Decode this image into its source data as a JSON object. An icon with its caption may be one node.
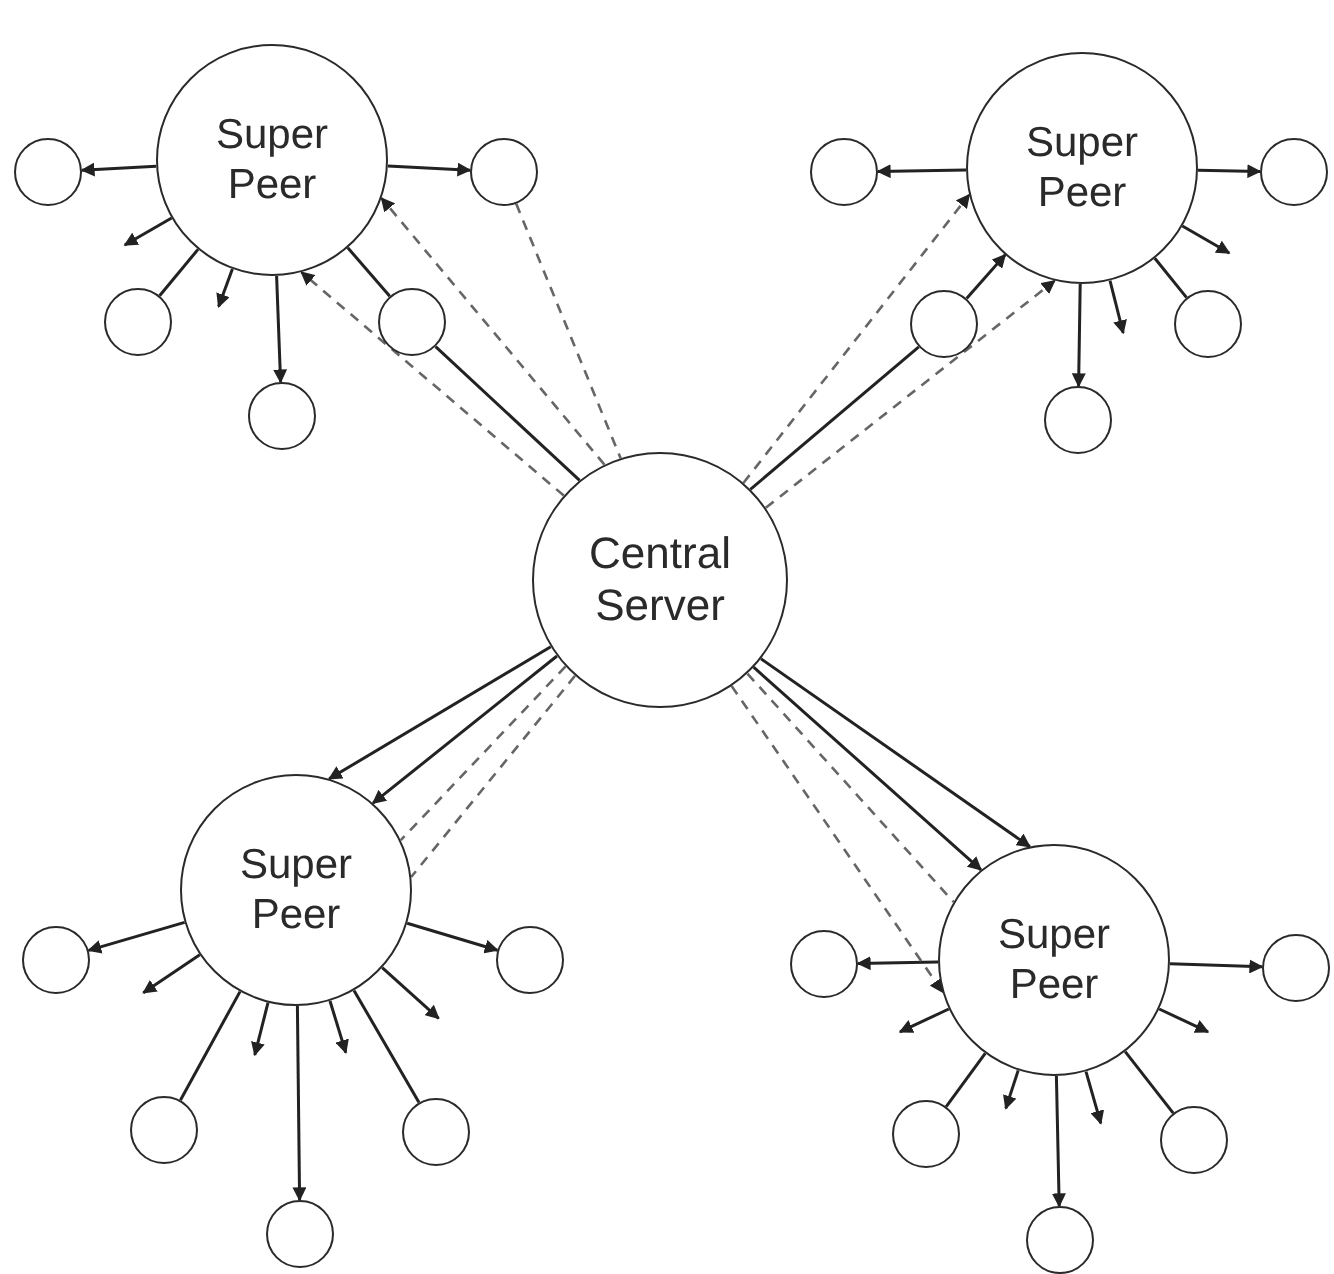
{
  "diagram": {
    "nodes": [
      {
        "text": [
          "Super Peer"
        ]
      },
      {
        "text": [],
        "shape": "circle"
      },
      {
        "text": [],
        "shape": "circle"
      },
      {
        "text": [],
        "shape": "circle"
      },
      {
        "text": [
          "Super Peer"
        ]
      },
      {
        "text": [],
        "shape": "circle"
      },
      {
        "text": [],
        "shape": "circle"
      },
      {
        "text": [],
        "shape": "circle"
      },
      {
        "text": [],
        "shape": "circle"
      },
      {
        "text": [],
        "shape": "circle"
      },
      {
        "text": [],
        "shape": "circle"
      },
      {
        "text": [],
        "shape": "circle"
      },
      {
        "text": [
          "Central Server"
        ]
      },
      {
        "text": [
          "Super Peer"
        ]
      },
      {
        "text": [
          "Super Peer"
        ]
      },
      {
        "text": [],
        "shape": "circle"
      },
      {
        "text": [],
        "shape": "circle"
      },
      {
        "text": [],
        "shape": "circle"
      },
      {
        "text": [],
        "shape": "circle"
      },
      {
        "text": [],
        "shape": "circle"
      },
      {
        "text": [],
        "shape": "circle"
      },
      {
        "text": [],
        "shape": "circle"
      },
      {
        "text": [],
        "shape": "circle"
      },
      {
        "text": [],
        "shape": "circle"
      },
      {
        "text": [],
        "shape": "circle"
      }
    ],
    "edges": [
      {
        "from": 0,
        "to": 1,
        "arrow": "to"
      },
      {
        "from": 0,
        "to": 2,
        "arrow": "to"
      },
      {
        "from": 0,
        "to": 6,
        "arrow": "none"
      },
      {
        "from": 0,
        "to": 10,
        "arrow": "to"
      },
      {
        "from": 0,
        "to": null,
        "arrow": "to"
      },
      {
        "from": 0,
        "to": null,
        "arrow": "to"
      },
      {
        "from": 12,
        "to": 7,
        "arrow": "none"
      },
      {
        "from": 7,
        "to": 0,
        "arrow": "none"
      },
      {
        "from": 12,
        "to": 0,
        "arrow": "to",
        "style": "dashed"
      },
      {
        "from": 12,
        "to": 0,
        "arrow": "to",
        "style": "dashed"
      },
      {
        "from": 2,
        "to": 12,
        "arrow": "none",
        "style": "dashed"
      },
      {
        "from": 4,
        "to": 3,
        "arrow": "to"
      },
      {
        "from": 4,
        "to": 5,
        "arrow": "to"
      },
      {
        "from": 4,
        "to": 11,
        "arrow": "to"
      },
      {
        "from": 4,
        "to": 9,
        "arrow": "none"
      },
      {
        "from": 4,
        "to": null,
        "arrow": "to"
      },
      {
        "from": 4,
        "to": null,
        "arrow": "to"
      },
      {
        "from": 12,
        "to": 8,
        "arrow": "none"
      },
      {
        "from": 8,
        "to": 4,
        "arrow": "to"
      },
      {
        "from": 12,
        "to": 4,
        "arrow": "to",
        "style": "dashed"
      },
      {
        "from": 12,
        "to": 4,
        "arrow": "to",
        "style": "dashed"
      },
      {
        "from": 13,
        "to": 15,
        "arrow": "to"
      },
      {
        "from": 13,
        "to": 16,
        "arrow": "to"
      },
      {
        "from": 13,
        "to": 19,
        "arrow": "none"
      },
      {
        "from": 13,
        "to": 20,
        "arrow": "none"
      },
      {
        "from": 13,
        "to": 23,
        "arrow": "to"
      },
      {
        "from": 13,
        "to": null,
        "arrow": "to"
      },
      {
        "from": 13,
        "to": null,
        "arrow": "to"
      },
      {
        "from": 13,
        "to": null,
        "arrow": "to"
      },
      {
        "from": 13,
        "to": null,
        "arrow": "to"
      },
      {
        "from": 12,
        "to": 13,
        "arrow": "to"
      },
      {
        "from": 12,
        "to": 13,
        "arrow": "to"
      },
      {
        "from": 12,
        "to": 13,
        "arrow": "none",
        "style": "dashed"
      },
      {
        "from": 12,
        "to": 13,
        "arrow": "none",
        "style": "dashed"
      },
      {
        "from": 14,
        "to": 17,
        "arrow": "to"
      },
      {
        "from": 14,
        "to": 18,
        "arrow": "to"
      },
      {
        "from": 14,
        "to": 21,
        "arrow": "none"
      },
      {
        "from": 14,
        "to": 22,
        "arrow": "none"
      },
      {
        "from": 14,
        "to": 24,
        "arrow": "to"
      },
      {
        "from": 14,
        "to": null,
        "arrow": "to"
      },
      {
        "from": 14,
        "to": null,
        "arrow": "to"
      },
      {
        "from": 14,
        "to": null,
        "arrow": "to"
      },
      {
        "from": 14,
        "to": null,
        "arrow": "to"
      },
      {
        "from": 12,
        "to": 14,
        "arrow": "to"
      },
      {
        "from": 12,
        "to": 14,
        "arrow": "to"
      },
      {
        "from": 12,
        "to": 14,
        "arrow": "none",
        "style": "dashed"
      },
      {
        "from": 12,
        "to": 14,
        "arrow": "to",
        "style": "dashed"
      }
    ]
  }
}
